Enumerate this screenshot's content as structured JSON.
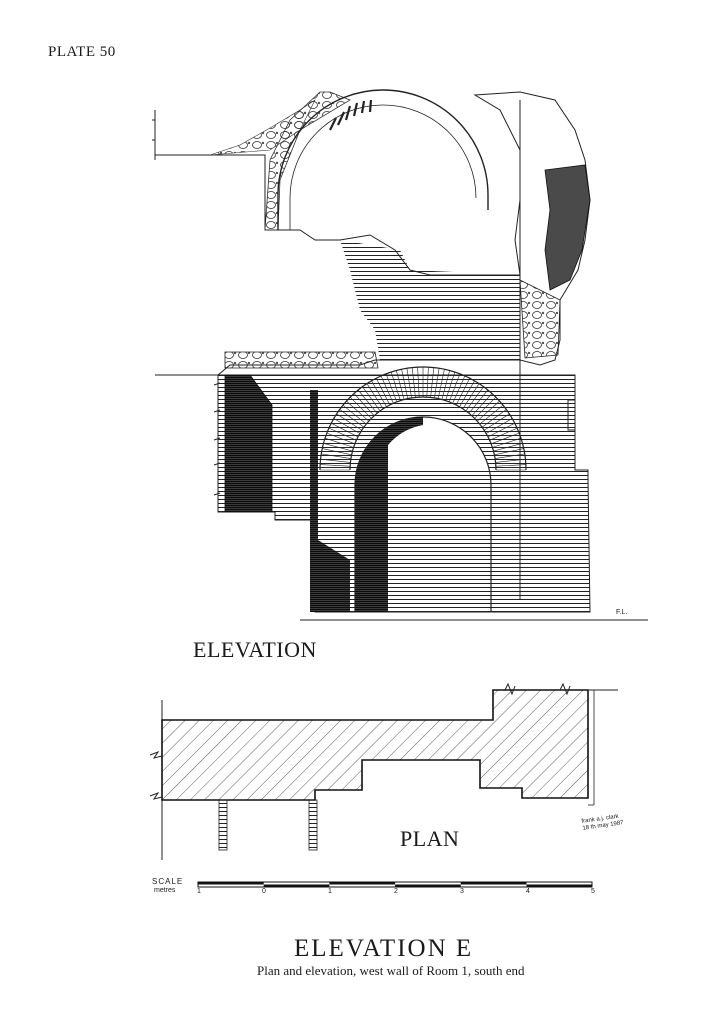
{
  "plate": {
    "number_label": "PLATE 50"
  },
  "elevation": {
    "label": "ELEVATION",
    "initials": "F.L."
  },
  "plan": {
    "label": "PLAN",
    "signature_line1": "frank a.j. clark",
    "signature_line2": "18 th may 1987"
  },
  "scale": {
    "word": "SCALE",
    "unit": "metres",
    "ticks": [
      "1",
      "0",
      "1",
      "2",
      "3",
      "4",
      "5"
    ]
  },
  "figure": {
    "title": "ELEVATION  E",
    "caption": "Plan and elevation, west wall of Room 1, south end"
  }
}
